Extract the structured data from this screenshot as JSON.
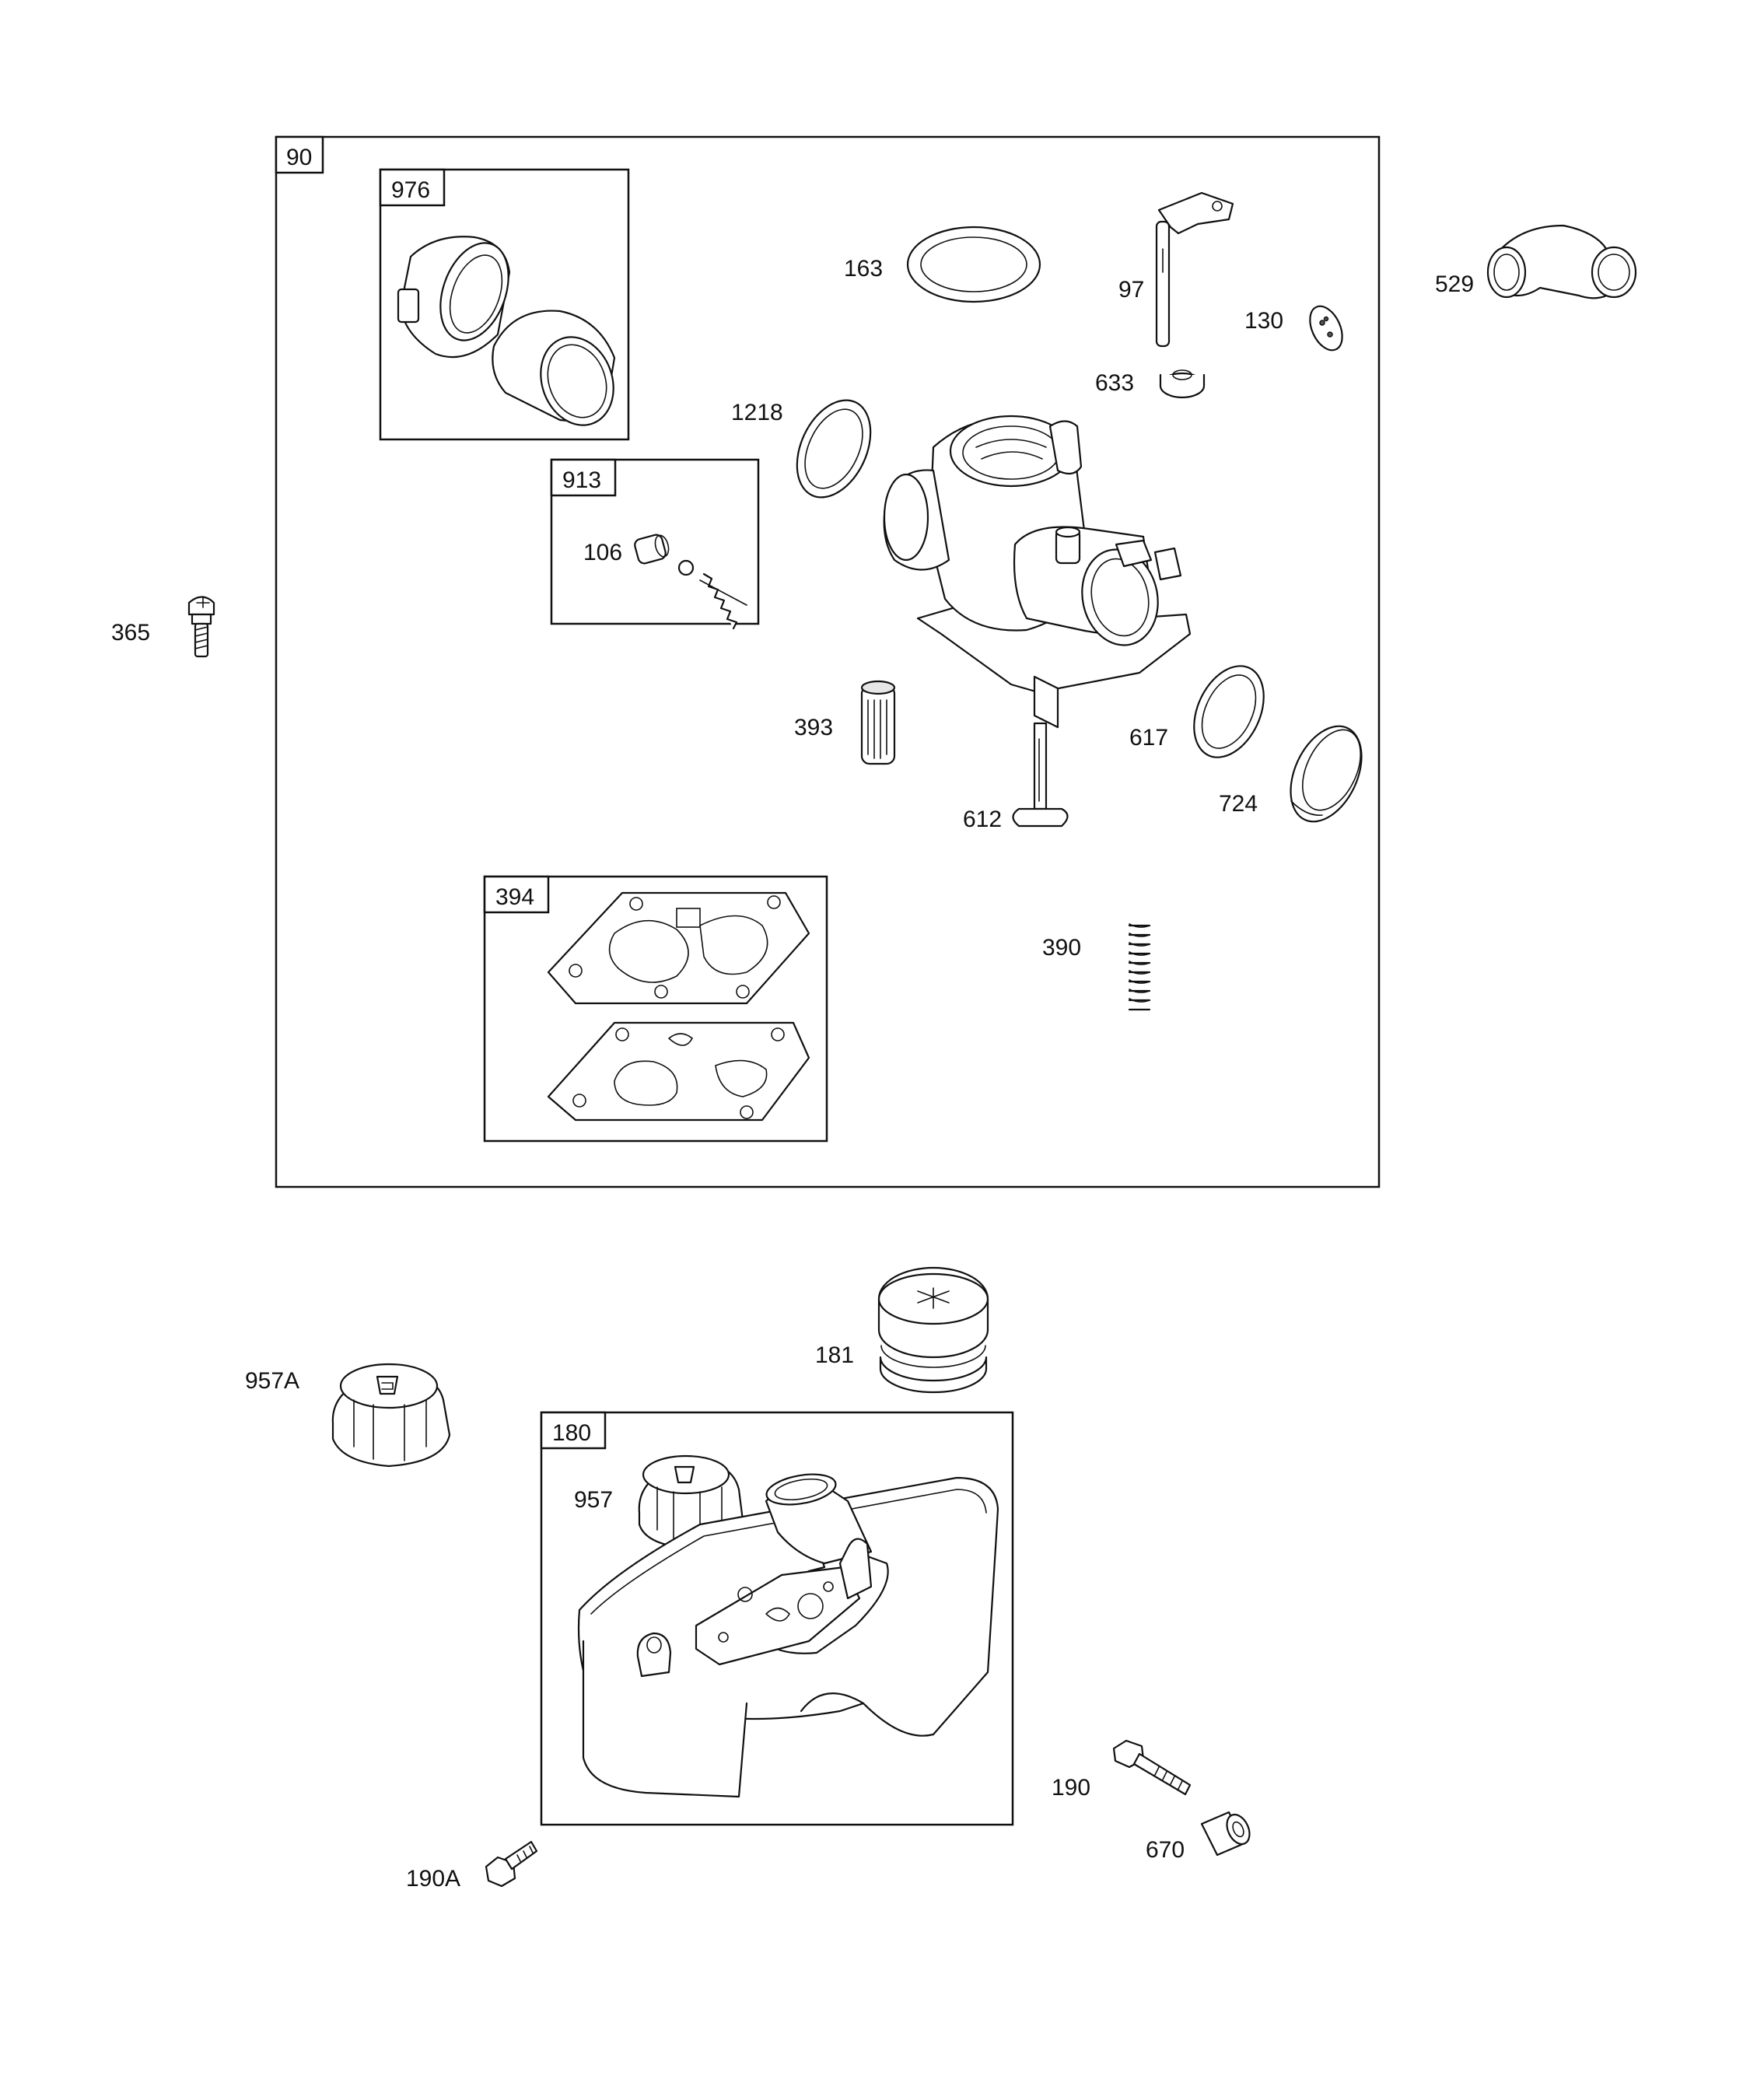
{
  "kit_boxes": {
    "b90": "90",
    "b976": "976",
    "b913": "913",
    "b394": "394",
    "b180": "180"
  },
  "callouts": {
    "p163": "163",
    "p97": "97",
    "p130": "130",
    "p529": "529",
    "p633": "633",
    "p1218": "1218",
    "p106": "106",
    "p365": "365",
    "p393": "393",
    "p617": "617",
    "p724": "724",
    "p612": "612",
    "p390": "390",
    "p181": "181",
    "p957A": "957A",
    "p957": "957",
    "p190": "190",
    "p670": "670",
    "p190A": "190A"
  }
}
